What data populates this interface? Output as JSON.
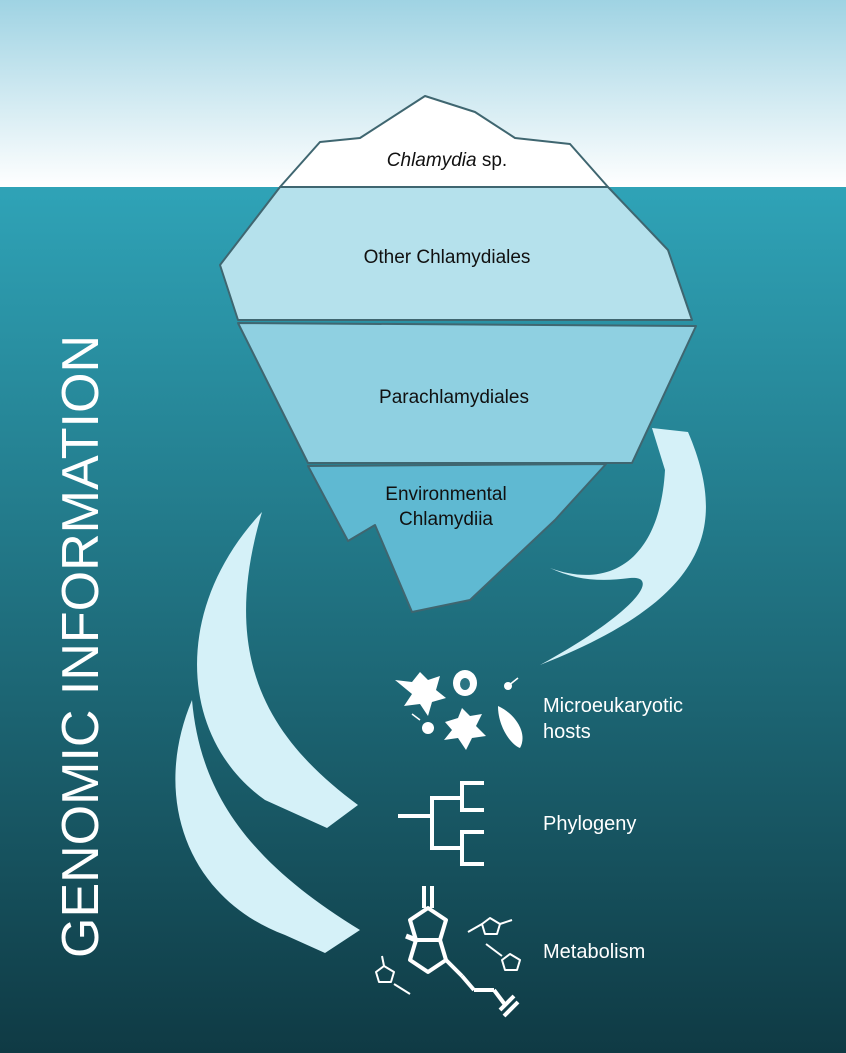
{
  "vertical_title": "GENOMIC INFORMATION",
  "iceberg": {
    "tip": {
      "italic": "Chlamydia",
      "rest": " sp."
    },
    "layers": [
      {
        "lines": [
          "Other Chlamydiales"
        ]
      },
      {
        "lines": [
          "Parachlamydiales"
        ]
      },
      {
        "lines": [
          "Environmental",
          "Chlamydiia"
        ]
      }
    ]
  },
  "insights": [
    {
      "lines": [
        "Microeukaryotic",
        "hosts"
      ],
      "icon": "microeukaryote-icon"
    },
    {
      "lines": [
        "Phylogeny"
      ],
      "icon": "phylogenetic-tree-icon"
    },
    {
      "lines": [
        "Metabolism"
      ],
      "icon": "molecule-icon"
    }
  ],
  "colors": {
    "sky_top": "#9fd3e3",
    "sky_bottom": "#ffffff",
    "sea_top": "#2fa3b7",
    "sea_bottom": "#0f3a44",
    "tip": "#ffffff",
    "layer1": "#b5e1ec",
    "layer2": "#8fd0e1",
    "layer3": "#5fb9d2",
    "arrow": "#d5f1f8",
    "ice_stroke": "#3f6670"
  }
}
